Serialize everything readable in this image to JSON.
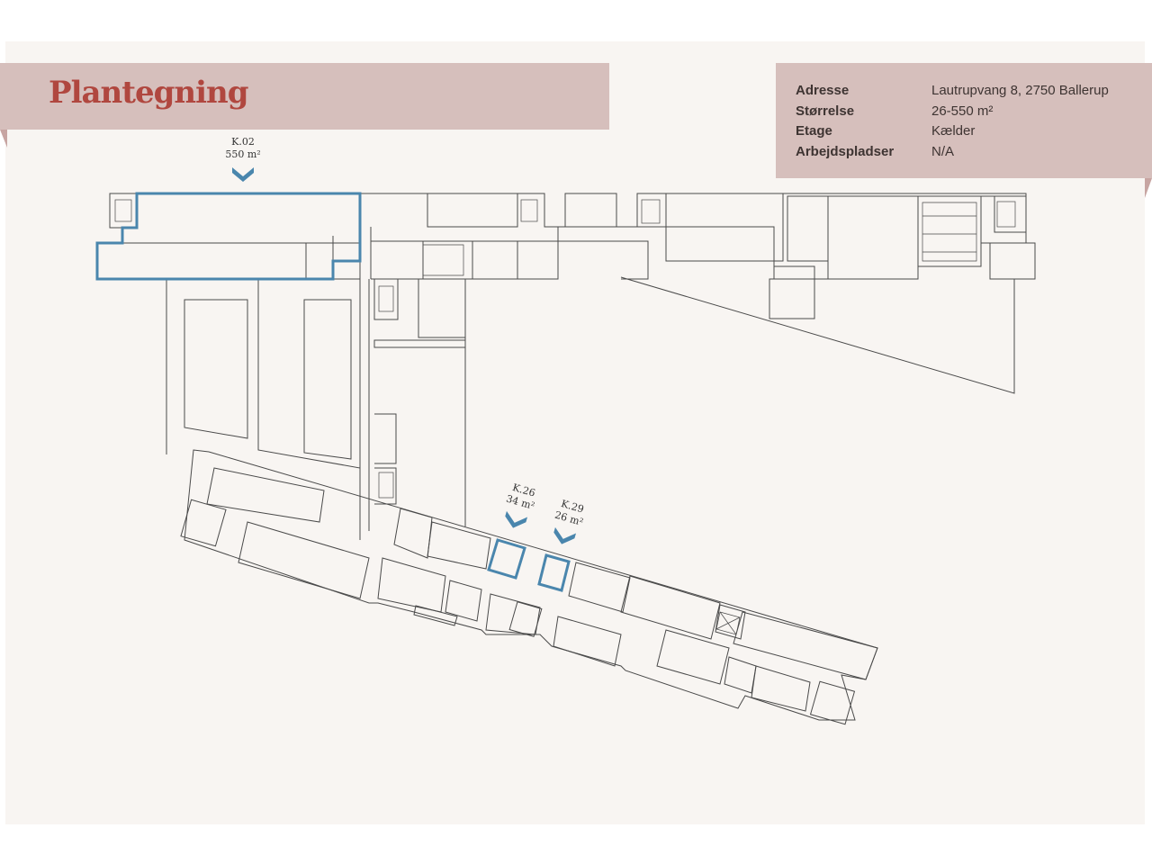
{
  "title": "Plantegning",
  "info": {
    "rows": [
      {
        "label": "Adresse",
        "value": "Lautrupvang 8, 2750 Ballerup"
      },
      {
        "label": "Størrelse",
        "value": "26-550 m²"
      },
      {
        "label": "Etage",
        "value": "Kælder"
      },
      {
        "label": "Arbejdspladser",
        "value": "N/A"
      }
    ]
  },
  "units": [
    {
      "id": "K.02",
      "size": "550 m²"
    },
    {
      "id": "K.26",
      "size": "34 m²"
    },
    {
      "id": "K.29",
      "size": "26 m²"
    }
  ],
  "colors": {
    "accent": "#b0473f",
    "band": "#d6bfbc",
    "highlight": "#4a86ad",
    "wall": "#4a4a4a"
  },
  "icons": {
    "unit_marker": "chevron-down-icon"
  }
}
